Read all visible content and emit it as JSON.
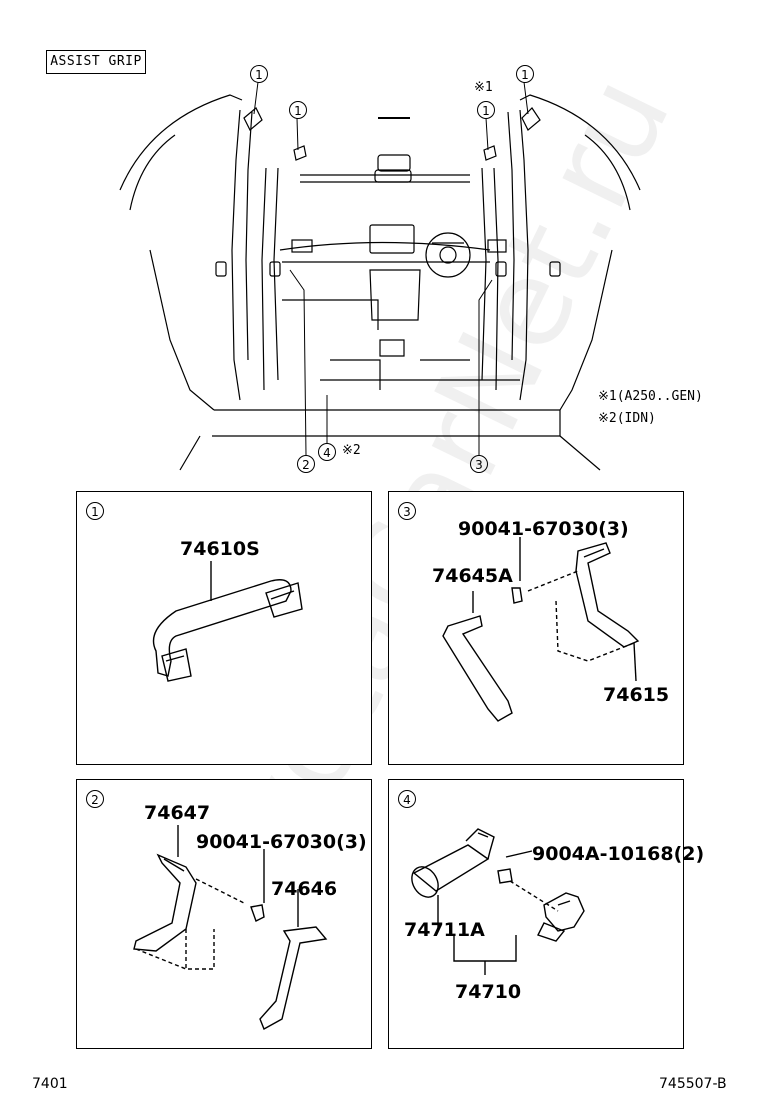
{
  "header": {
    "title": "ASSIST GRIP"
  },
  "overview": {
    "callouts": [
      "1",
      "1",
      "1",
      "1",
      "2",
      "4",
      "3"
    ],
    "note_marker": "※1",
    "marker_4_suffix": "※2",
    "notes": [
      "※1(A250..GEN)",
      "※2(IDN)"
    ]
  },
  "panels": [
    {
      "id": "1",
      "parts": [
        "74610S"
      ]
    },
    {
      "id": "3",
      "parts": [
        "90041-67030(3)",
        "74645A",
        "74615"
      ]
    },
    {
      "id": "2",
      "parts": [
        "74647",
        "90041-67030(3)",
        "74646"
      ]
    },
    {
      "id": "4",
      "parts": [
        "9004A-10168(2)",
        "74711A",
        "74710"
      ]
    }
  ],
  "footer": {
    "left": "7401",
    "right": "745507-B"
  },
  "watermark": "ToyotaCarNet.ru"
}
